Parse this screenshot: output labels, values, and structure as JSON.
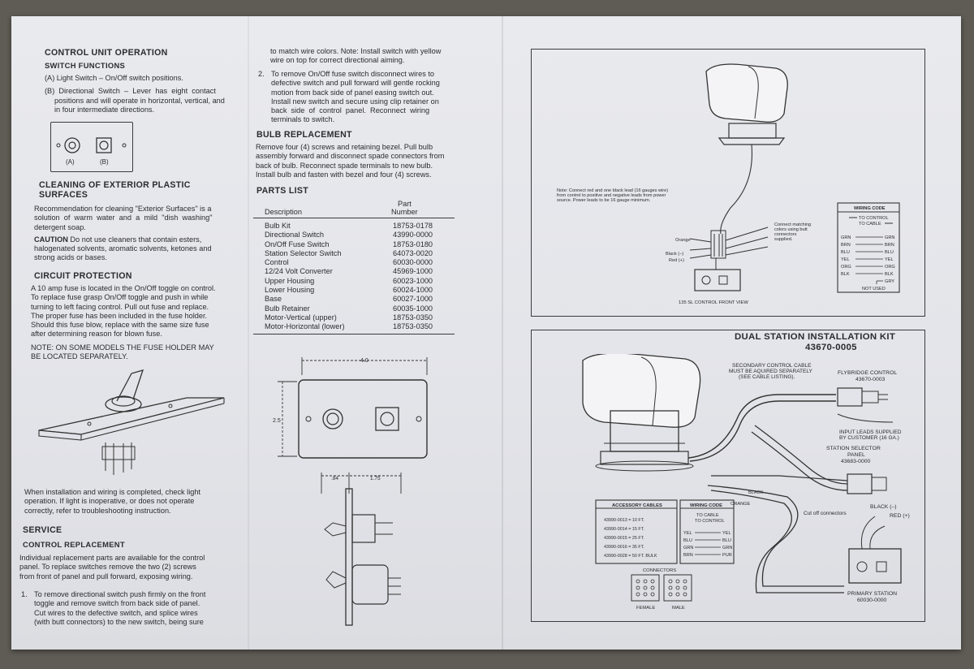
{
  "left": {
    "control_unit_title": "CONTROL UNIT OPERATION",
    "switch_functions_title": "SWITCH FUNCTIONS",
    "switch_a": "(A) Light Switch – On/Off switch positions.",
    "switch_b_1": "(B)  Directional  Switch  –  Lever  has  eight  contact",
    "switch_b_2": "positions and will operate in horizontal, vertical, and",
    "switch_b_3": "in four intermediate directions.",
    "label_a": "(A)",
    "label_b": "(B)",
    "cleaning_title_1": "CLEANING OF EXTERIOR PLASTIC",
    "cleaning_title_2": "SURFACES",
    "cleaning_1": "Recommendation for cleaning \"Exterior Surfaces\" is a",
    "cleaning_2": "solution  of  warm  water  and  a  mild  \"dish  washing\"",
    "cleaning_3": "detergent soap.",
    "caution_label": "CAUTION",
    "caution_1": " Do not use cleaners that contain esters,",
    "caution_2": "halogenated solvents, aromatic solvents, ketones and",
    "caution_3": "strong acids or bases.",
    "circuit_title": "CIRCUIT PROTECTION",
    "circuit_1": "A 10 amp fuse is located in the On/Off  toggle on control.",
    "circuit_2": "To replace fuse grasp On/Off toggle and push in while",
    "circuit_3": "turning to left facing control. Pull out fuse and replace.",
    "circuit_4": "The proper fuse has been included in the fuse holder.",
    "circuit_5": "Should this fuse blow, replace with the same size fuse",
    "circuit_6": "after determining reason for blown fuse.",
    "note_1": "NOTE: ON SOME MODELS THE FUSE  HOLDER MAY",
    "note_2": "BE LOCATED SEPARATELY.",
    "install_1": "When installation and wiring is completed, check light",
    "install_2": "operation. If light is inoperative, or does not operate",
    "install_3": "correctly, refer to troubleshooting instruction.",
    "service_title": "SERVICE",
    "replacement_title": "CONTROL REPLACEMENT",
    "repl_1": "Individual replacement parts are available for the control",
    "repl_2": "panel. To replace switches remove the two (2) screws",
    "repl_3": "from front of panel and pull forward, exposing wiring.",
    "step1_num": "1.",
    "step1_1": "To remove directional switch push firmly on the front",
    "step1_2": "toggle and remove switch from back side of panel.",
    "step1_3": "Cut wires to the defective switch, and splice wires",
    "step1_4": "(with butt connectors) to the new switch, being sure"
  },
  "middle": {
    "cont_1": "to match wire colors. Note: Install switch with yellow",
    "cont_2": "wire on top for correct directional aiming.",
    "step2_num": "2.",
    "step2_1": "To remove On/Off fuse switch disconnect wires to",
    "step2_2": "defective switch and pull forward will gentle rocking",
    "step2_3": "motion from back side of panel easing switch out.",
    "step2_4": "Install new switch and secure using clip retainer on",
    "step2_5": "back  side  of  control  panel.  Reconnect  wiring",
    "step2_6": "terminals to switch.",
    "bulb_title": "BULB REPLACEMENT",
    "bulb_1": "Remove four (4) screws and retaining bezel. Pull bulb",
    "bulb_2": "assembly forward and disconnect spade connectors from",
    "bulb_3": "back of bulb. Reconnect spade terminals to new bulb.",
    "bulb_4": "Install bulb and fasten with bezel and four (4) screws.",
    "parts_title": "PARTS LIST",
    "col_part_1": "Part",
    "col_part_2": "Number",
    "col_desc": "Description",
    "parts": [
      {
        "desc": "Bulb Kit",
        "num": "18753-0178"
      },
      {
        "desc": "Directional Switch",
        "num": "43990-0000"
      },
      {
        "desc": "On/Off Fuse Switch",
        "num": "18753-0180"
      },
      {
        "desc": "Station Selector Switch",
        "num": "64073-0020"
      },
      {
        "desc": "Control",
        "num": "60030-0000"
      },
      {
        "desc": "12/24 Volt Converter",
        "num": "45969-1000"
      },
      {
        "desc": "Upper Housing",
        "num": "60023-1000"
      },
      {
        "desc": "Lower Housing",
        "num": "60024-1000"
      },
      {
        "desc": "Base",
        "num": "60027-1000"
      },
      {
        "desc": "Bulb Retainer",
        "num": "60035-1000"
      },
      {
        "desc": "Motor-Vertical (upper)",
        "num": "18753-0350"
      },
      {
        "desc": "Motor-Horizontal (lower)",
        "num": "18753-0350"
      }
    ],
    "dim_width": "4.0",
    "dim_height": "2.5",
    "dim_a": ".84",
    "dim_b": "1.75"
  },
  "right_top": {
    "note_1": "Note: Connect red and one black lead (16 gauges wire)",
    "note_2": "from control to positive and negative leads from power",
    "note_3": "source.  Power leads to be 16 gauge minimum.",
    "connect_1": "Connect matching",
    "connect_2": "colors using butt",
    "connect_3": "connectors",
    "connect_4": "supplied.",
    "orange": "Orange",
    "black": "Black (–)",
    "red": "Red (+)",
    "caption": "135 SL CONTROL FRONT VIEW",
    "wiring_title": "WIRING CODE",
    "to_control": "TO CONTROL",
    "to_cable": "TO CABLE",
    "codes_left": [
      "GRN",
      "BRN",
      "BLU",
      "YEL",
      "ORG",
      "BLK"
    ],
    "codes_right": [
      "GRN",
      "BRN",
      "BLU",
      "YEL",
      "ORG",
      "BLK",
      "GRY"
    ],
    "not_used": "NOT USED"
  },
  "right_bottom": {
    "title": "DUAL STATION INSTALLATION KIT",
    "kit_number": "43670-0005",
    "secondary_1": "SECONDARY CONTROL CABLE",
    "secondary_2": "MUST BE AQUIRED SEPARATELY",
    "secondary_3": "(SEE CABLE LISTING).",
    "flybridge_1": "FLYBRIDGE CONTROL",
    "flybridge_2": "43670-0003",
    "input_1": "INPUT LEADS SUPPLIED",
    "input_2": "BY CUSTOMER (16 GA.)",
    "selector_1": "STATION SELECTOR",
    "selector_2": "PANEL",
    "selector_3": "43683-0000",
    "orange": "ORANGE",
    "black": "BLACK",
    "cut_off": "Cut off connectors",
    "black_neg": "BLACK (–)",
    "red_pos": "RED (+)",
    "primary_1": "PRIMARY STATION",
    "primary_2": "60030-0000",
    "accessory_title": "ACCESSORY CABLES",
    "accessory": [
      "43990-0013 = 10 FT.",
      "43990-0014 = 15 FT.",
      "43990-0015 = 25 FT.",
      "43990-0016 = 35 FT.",
      "43990-0028 = 50 FT. BULK"
    ],
    "wiring_title": "WIRING CODE",
    "to_cable": "TO CABLE",
    "to_control": "TO CONTROL",
    "codes_left": [
      "YEL",
      "BLU",
      "GRN",
      "BRN"
    ],
    "codes_right": [
      "YEL",
      "BLU",
      "GRN",
      "PUR"
    ],
    "connectors_title": "CONNECTORS",
    "female": "FEMALE",
    "male": "MALE"
  },
  "colors": {
    "paper": "#e6e7eb",
    "ink": "#2b2c30",
    "table": "#5f5c55"
  }
}
